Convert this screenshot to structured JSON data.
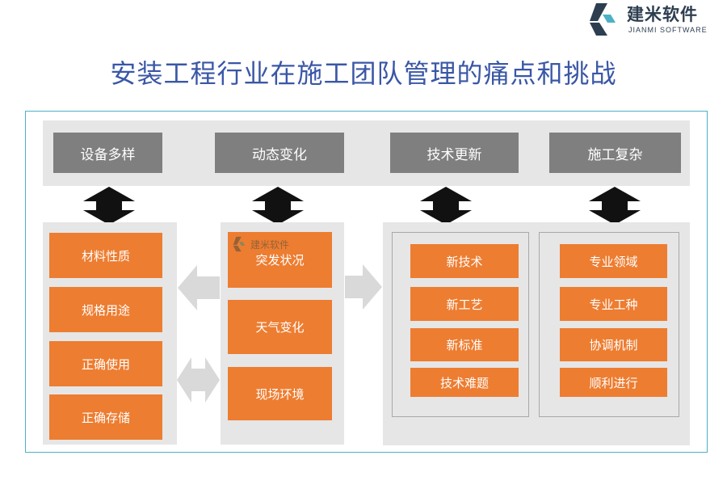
{
  "logo": {
    "name_cn": "建米软件",
    "name_en": "JIANMI SOFTWARE",
    "icon": "jianmi-logo-icon"
  },
  "title": "安装工程行业在施工团队管理的痛点和挑战",
  "headers": [
    "设备多样",
    "动态变化",
    "技术更新",
    "施工复杂"
  ],
  "panel1": [
    "材料性质",
    "规格用途",
    "正确使用",
    "正确存储"
  ],
  "panel2": [
    "突发状况",
    "天气变化",
    "现场环境"
  ],
  "panel3": [
    "新技术",
    "新工艺",
    "新标准",
    "技术难题"
  ],
  "panel4": [
    "专业领域",
    "专业工种",
    "协调机制",
    "顺利进行"
  ],
  "watermark": "建米软件",
  "colors": {
    "orange": "#ed7d31",
    "header_gray": "#7f7f7f",
    "panel_gray": "#e6e6e6",
    "title_blue": "#3a57a6",
    "frame_teal": "#4cb1c4"
  }
}
